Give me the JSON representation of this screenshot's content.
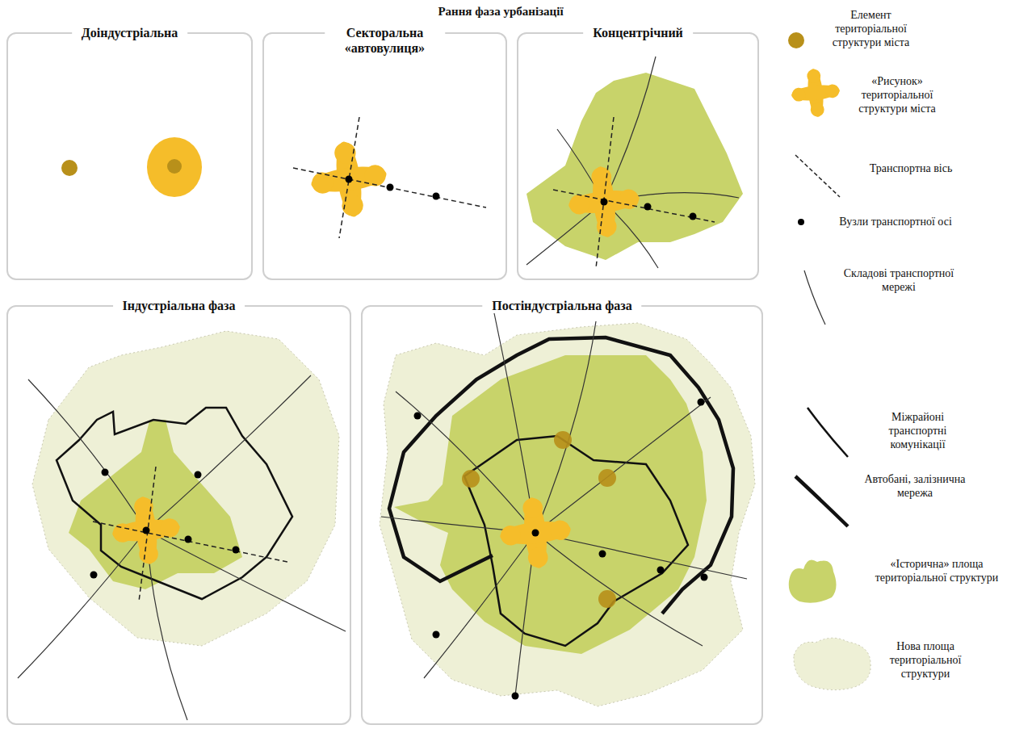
{
  "diagram": {
    "title": "Рання фаза урбанізації",
    "nodes": [
      {
        "text": [
          "Доіндустріальна"
        ]
      },
      {
        "text": [
          "Секторальна «автовулиця»"
        ]
      },
      {
        "text": [
          "Концентрічний"
        ]
      },
      {
        "text": [
          "Індустріальна фаза"
        ]
      },
      {
        "text": [
          "Постіндустріальна фаза"
        ]
      }
    ],
    "legend": [
      {
        "text": "Елемент територіальної структури міста",
        "color": "#b8901a"
      },
      {
        "text": "«Рисунок» територіальної структури міста",
        "color": "#f5bd2a"
      },
      {
        "text": "Транспортна вісь"
      },
      {
        "text": "Вузли транспортної осі"
      },
      {
        "text": "Складові транспортної мережі"
      },
      {
        "text": "Міжрайоні транспортні комунікації"
      },
      {
        "text": "Автобані, залізнична мережа"
      },
      {
        "text": "«Історична» площа територіальної структури",
        "color": "#c8d36a"
      },
      {
        "text": "Нова площа територіальної структури",
        "color": "#eef0d6"
      }
    ]
  }
}
